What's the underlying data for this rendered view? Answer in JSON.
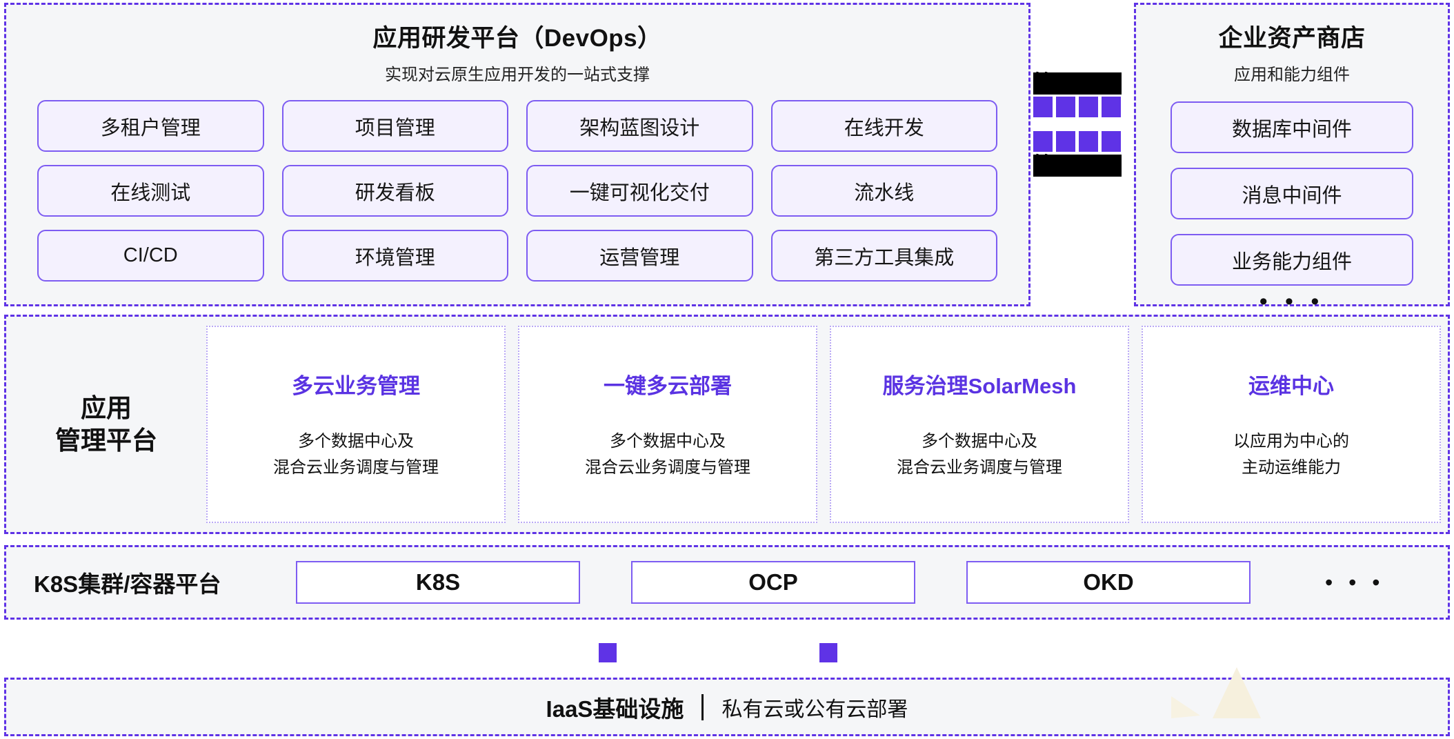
{
  "devops": {
    "title": "应用研发平台（DevOps）",
    "subtitle": "实现对云原生应用开发的一站式支撑",
    "items": [
      "多租户管理",
      "项目管理",
      "架构蓝图设计",
      "在线开发",
      "在线测试",
      "研发看板",
      "一键可视化交付",
      "流水线",
      "CI/CD",
      "环境管理",
      "运营管理",
      "第三方工具集成"
    ]
  },
  "middle_gap": {
    "redacted_top_visible_char": "管",
    "redacted_bottom_visible_char": "管",
    "square_rows": 2,
    "squares_per_row": 4
  },
  "asset_store": {
    "title": "企业资产商店",
    "subtitle": "应用和能力组件",
    "items": [
      "数据库中间件",
      "消息中间件",
      "业务能力组件"
    ],
    "more": "• • •"
  },
  "app_management": {
    "label_line1": "应用",
    "label_line2": "管理平台",
    "cards": [
      {
        "title": "多云业务管理",
        "desc_line1": "多个数据中心及",
        "desc_line2": "混合云业务调度与管理"
      },
      {
        "title": "一键多云部署",
        "desc_line1": "多个数据中心及",
        "desc_line2": "混合云业务调度与管理"
      },
      {
        "title": "服务治理SolarMesh",
        "desc_line1": "多个数据中心及",
        "desc_line2": "混合云业务调度与管理"
      },
      {
        "title": "运维中心",
        "desc_line1": "以应用为中心的",
        "desc_line2": "主动运维能力"
      }
    ]
  },
  "k8s": {
    "label": "K8S集群/容器平台",
    "items": [
      "K8S",
      "OCP",
      "OKD"
    ],
    "more": "• • •"
  },
  "iaas": {
    "title": "IaaS基础设施",
    "divider": "|",
    "subtitle": "私有云或公有云部署"
  },
  "colors": {
    "accent_purple": "#5F33E6",
    "chip_border": "#7D5CF2",
    "chip_fill": "#F4F1FE",
    "panel_fill": "#F5F6F8",
    "card_title": "#5A33E2",
    "text": "#111111"
  }
}
